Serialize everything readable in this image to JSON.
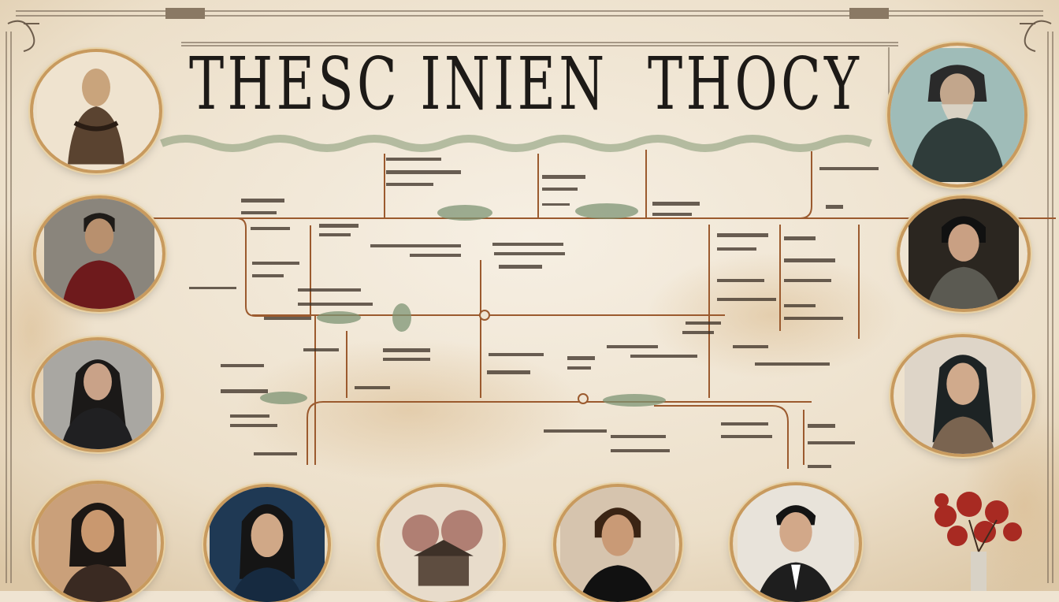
{
  "title": {
    "part1": "THESC INIEN",
    "part2": "THOCY"
  },
  "portraits": [
    {
      "id": "top-left",
      "subject": "figure-sculpture"
    },
    {
      "id": "top-right",
      "subject": "bearded-elder"
    },
    {
      "id": "left-2",
      "subject": "man-red-jacket"
    },
    {
      "id": "left-3",
      "subject": "woman-dark-hair"
    },
    {
      "id": "bottom-1",
      "subject": "woman-dark-hair"
    },
    {
      "id": "bottom-2",
      "subject": "woman-blue"
    },
    {
      "id": "bottom-3",
      "subject": "house-trees"
    },
    {
      "id": "bottom-4",
      "subject": "woman-short-hair"
    },
    {
      "id": "bottom-5",
      "subject": "man-suit"
    },
    {
      "id": "right-2",
      "subject": "woman-smiling"
    },
    {
      "id": "right-3",
      "subject": "woman-long-hair"
    }
  ],
  "colors": {
    "paper": "#efe4d2",
    "line": "#9b5a2e",
    "frame": "#c89a5e",
    "ink": "#1d1a17"
  }
}
